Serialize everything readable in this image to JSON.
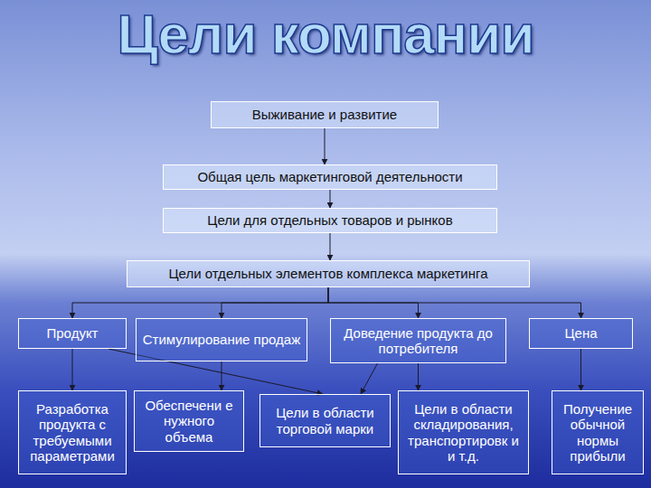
{
  "diagram": {
    "title": "Цели компании",
    "nodes": [
      {
        "text": [
          "Выживание и развитие"
        ]
      },
      {
        "text": [
          "Общая цель маркетинговой деятельности"
        ]
      },
      {
        "text": [
          "Цели для отдельных товаров и рынков"
        ]
      },
      {
        "text": [
          "Цели отдельных элементов комплекса маркетинга"
        ]
      },
      {
        "text": [
          "Продукт"
        ]
      },
      {
        "text": [
          "Стимулирование продаж"
        ]
      },
      {
        "text": [
          "Доведение продукта до потребителя"
        ]
      },
      {
        "text": [
          "Цена"
        ]
      },
      {
        "text": [
          "Разработка продукта с требуемыми параметрами"
        ]
      },
      {
        "text": [
          "Обеспечени е нужного объема"
        ]
      },
      {
        "text": [
          "Цели в области торговой марки"
        ]
      },
      {
        "text": [
          "Цели в области складирования, транспортировк и и т.д."
        ]
      },
      {
        "text": [
          "Получение обычной нормы прибыли"
        ]
      }
    ],
    "edges": [
      {
        "from": 0,
        "to": 1,
        "arrow": "to"
      },
      {
        "from": 1,
        "to": 2,
        "arrow": "to"
      },
      {
        "from": 2,
        "to": 3,
        "arrow": "to"
      },
      {
        "from": 3,
        "to": 4,
        "arrow": "to"
      },
      {
        "from": 3,
        "to": 5,
        "arrow": "to"
      },
      {
        "from": 3,
        "to": 6,
        "arrow": "to"
      },
      {
        "from": 3,
        "to": 7,
        "arrow": "to"
      },
      {
        "from": 4,
        "to": 8,
        "arrow": "to"
      },
      {
        "from": 4,
        "to": 10,
        "arrow": "to"
      },
      {
        "from": 5,
        "to": 9,
        "arrow": "to"
      },
      {
        "from": 6,
        "to": 10,
        "arrow": "to"
      },
      {
        "from": 6,
        "to": 11,
        "arrow": "to"
      },
      {
        "from": 7,
        "to": 12,
        "arrow": "to"
      }
    ]
  }
}
